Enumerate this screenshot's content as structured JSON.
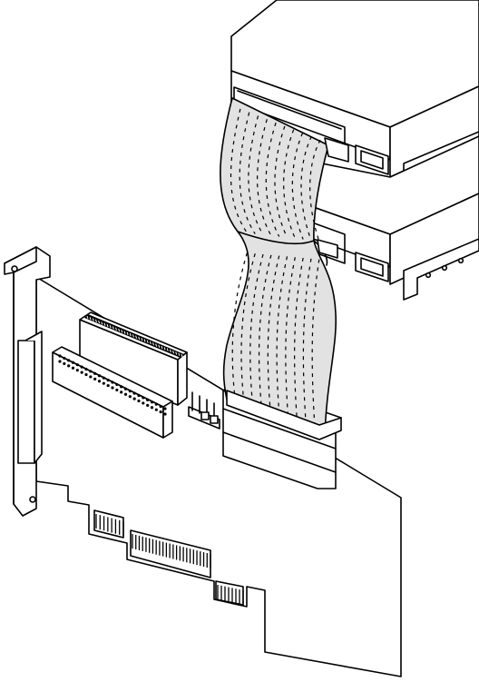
{
  "figure": {
    "components": [
      {
        "id": "hard-drive-top",
        "icon": "hard-drive-icon"
      },
      {
        "id": "hard-drive-bottom",
        "icon": "hard-drive-icon"
      },
      {
        "id": "ribbon-cable",
        "icon": "ribbon-cable-icon"
      },
      {
        "id": "controller-card",
        "icon": "expansion-card-icon"
      },
      {
        "id": "mounting-bracket",
        "icon": "bracket-icon"
      },
      {
        "id": "edge-connector",
        "icon": "pci-edge-connector-icon"
      }
    ],
    "colors": {
      "line": "#000000",
      "cable_fill": "#e2e2e2",
      "background": "#ffffff"
    }
  }
}
